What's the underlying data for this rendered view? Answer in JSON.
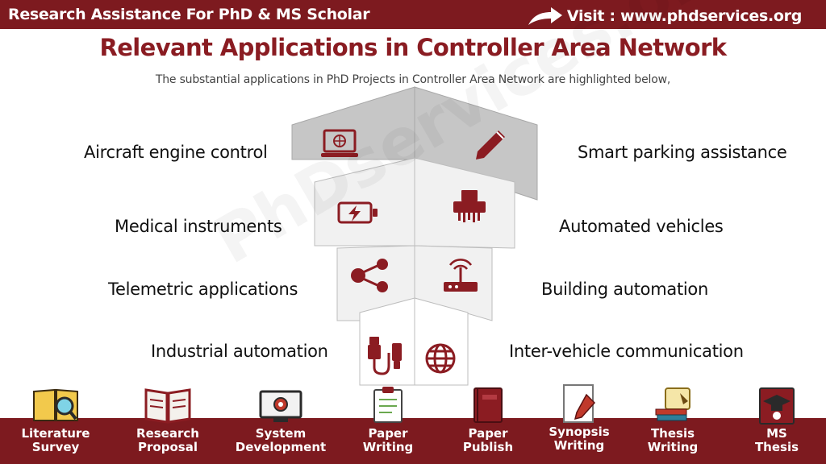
{
  "header": {
    "left_text": "Research Assistance For PhD & MS Scholar",
    "right_text": "Visit : www.phdservices.org"
  },
  "title": "Relevant Applications in Controller Area Network",
  "subtitle": "The substantial applications in PhD Projects in Controller Area Network are highlighted below,",
  "watermark": "PhDservices.org",
  "applications": {
    "left": [
      {
        "label": "Aircraft engine control",
        "icon": "laptop-globe-icon"
      },
      {
        "label": "Medical instruments",
        "icon": "battery-charging-icon"
      },
      {
        "label": "Telemetric applications",
        "icon": "share-network-icon"
      },
      {
        "label": "Industrial automation",
        "icon": "usb-cable-icon"
      }
    ],
    "right": [
      {
        "label": "Smart parking assistance",
        "icon": "pencil-icon"
      },
      {
        "label": "Automated vehicles",
        "icon": "shredder-icon"
      },
      {
        "label": "Building automation",
        "icon": "wifi-router-icon"
      },
      {
        "label": "Inter-vehicle communication",
        "icon": "globe-icon"
      }
    ]
  },
  "services": [
    {
      "label": "Literature\nSurvey",
      "icon": "book-magnifier-icon"
    },
    {
      "label": "Research\nProposal",
      "icon": "open-book-icon"
    },
    {
      "label": "System\nDevelopment",
      "icon": "monitor-gear-icon"
    },
    {
      "label": "Paper\nWriting",
      "icon": "clipboard-hand-icon"
    },
    {
      "label": "Paper\nPublish",
      "icon": "closed-book-icon"
    },
    {
      "label": "Synopsis\nWriting",
      "icon": "paper-pen-icon"
    },
    {
      "label": "Thesis\nWriting",
      "icon": "scroll-books-icon"
    },
    {
      "label": "MS\nThesis",
      "icon": "graduate-book-icon"
    }
  ],
  "colors": {
    "brand": "#7d1a1f",
    "title": "#8a1c22",
    "icon": "#8b1c22",
    "panel_top": "#c6c6c6",
    "panel_light": "#efefef"
  }
}
